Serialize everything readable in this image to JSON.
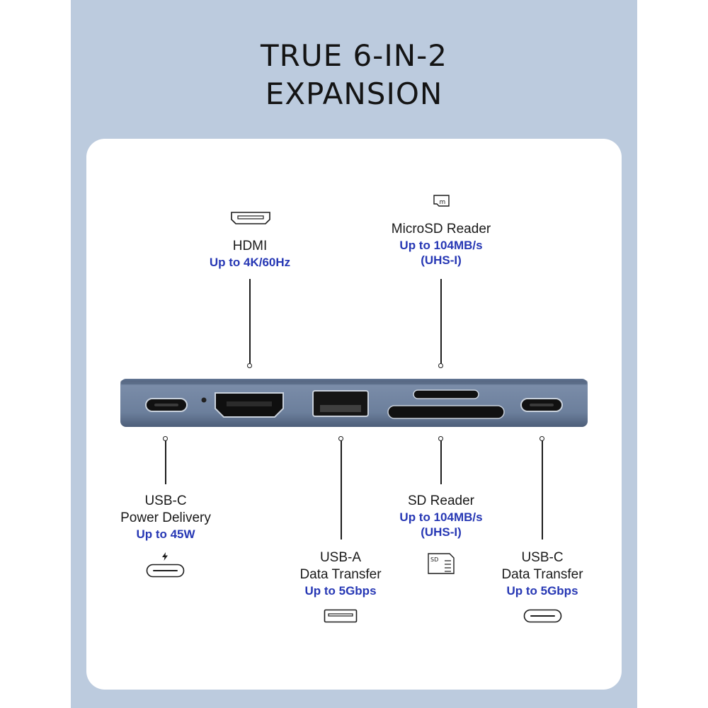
{
  "title": {
    "line1": "TRUE 6-IN-2",
    "line2": "EXPANSION"
  },
  "ports": {
    "hdmi": {
      "name": "HDMI",
      "spec": "Up to 4K/60Hz",
      "icon": "hdmi-icon"
    },
    "microsd": {
      "name": "MicroSD Reader",
      "spec1": "Up to 104MB/s",
      "spec2": "(UHS-I)",
      "icon": "microsd-card-icon",
      "icon_letter": "m"
    },
    "usbc_pd": {
      "name1": "USB-C",
      "name2": "Power Delivery",
      "spec": "Up to 45W",
      "icon": "usb-c-power-icon"
    },
    "usba": {
      "name1": "USB-A",
      "name2": "Data Transfer",
      "spec": "Up to 5Gbps",
      "icon": "usb-a-icon"
    },
    "sd": {
      "name": "SD Reader",
      "spec1": "Up to 104MB/s",
      "spec2": "(UHS-I)",
      "icon": "sd-card-icon",
      "icon_letters": "SD"
    },
    "usbc_data": {
      "name1": "USB-C",
      "name2": "Data Transfer",
      "spec": "Up to 5Gbps",
      "icon": "usb-c-icon"
    }
  },
  "colors": {
    "background_band": "#bccbde",
    "spec_text": "#2637b4",
    "hub_body": "#6c7f9c"
  }
}
